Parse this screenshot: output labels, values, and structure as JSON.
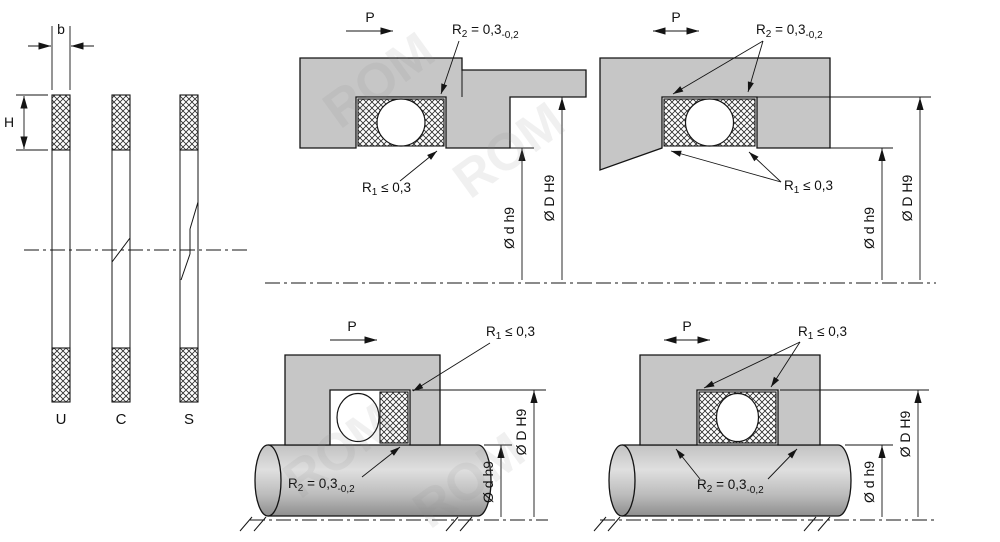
{
  "page": {
    "background": "#ffffff"
  },
  "profile_section": {
    "dim_width_label": "b",
    "dim_height_label": "H",
    "ring_types": [
      "U",
      "C",
      "S"
    ]
  },
  "annotations": {
    "pressure_label": "P",
    "r_base": "R",
    "r1_sub": "1",
    "r1_rest": " ≤ 0,3",
    "r2_sub": "2",
    "r2_rest": " = 0,3",
    "r2_tol": "-0,2",
    "dim_rod": "Ø d h9",
    "dim_bore": "Ø D H9"
  },
  "watermark": {
    "text": "ROM"
  },
  "colors": {
    "metal": "#c6c6c6",
    "line": "#141414",
    "hatch": "#2b2b2b",
    "background": "#ffffff"
  }
}
